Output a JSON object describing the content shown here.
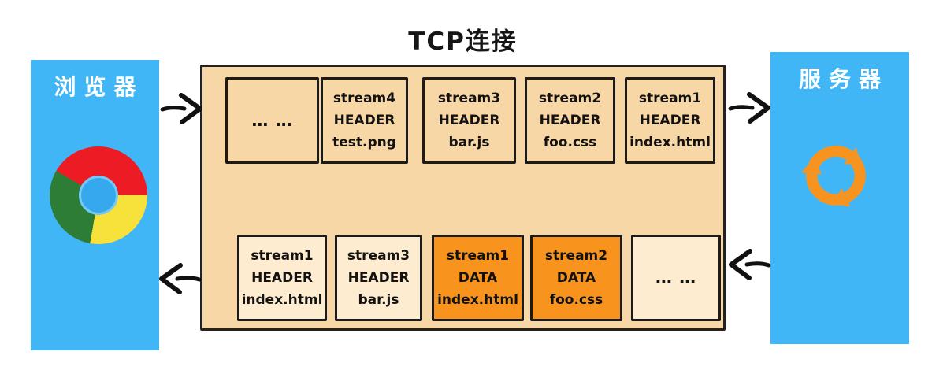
{
  "diagram": {
    "title": "TCP连接",
    "browser": {
      "label": "浏览器",
      "icon": "chrome-logo"
    },
    "server": {
      "label": "服务器",
      "icon": "sync-arrows-icon"
    },
    "frames_top": [
      {
        "variant": "dots",
        "lines": [
          "… …"
        ]
      },
      {
        "variant": "header",
        "lines": [
          "stream4",
          "HEADER",
          "test.png"
        ]
      },
      {
        "variant": "header",
        "lines": [
          "stream3",
          "HEADER",
          "bar.js"
        ]
      },
      {
        "variant": "header",
        "lines": [
          "stream2",
          "HEADER",
          "foo.css"
        ]
      },
      {
        "variant": "header",
        "lines": [
          "stream1",
          "HEADER",
          "index.html"
        ]
      }
    ],
    "frames_bottom": [
      {
        "variant": "header",
        "lines": [
          "stream1",
          "HEADER",
          "index.html"
        ]
      },
      {
        "variant": "header",
        "lines": [
          "stream3",
          "HEADER",
          "bar.js"
        ]
      },
      {
        "variant": "data",
        "lines": [
          "stream1",
          "DATA",
          "index.html"
        ]
      },
      {
        "variant": "data",
        "lines": [
          "stream2",
          "DATA",
          "foo.css"
        ]
      },
      {
        "variant": "dots",
        "lines": [
          "… …"
        ]
      }
    ],
    "arrows": {
      "browser_to_tcp": "right",
      "tcp_to_server": "right",
      "server_to_tcp": "left",
      "tcp_to_browser": "left"
    },
    "colors": {
      "endpoint_blue": "#41b6f7",
      "tcp_panel_tan": "#f8d7a6",
      "frame_cream": "#fdeccf",
      "frame_data_orange": "#f8941d",
      "sync_icon_orange": "#f79420",
      "border_black": "#1d1b19",
      "chrome_red": "#ed1b24",
      "chrome_yellow": "#f7e23c",
      "chrome_green": "#2e7d36",
      "chrome_hub_blue": "#36a9ee"
    }
  }
}
